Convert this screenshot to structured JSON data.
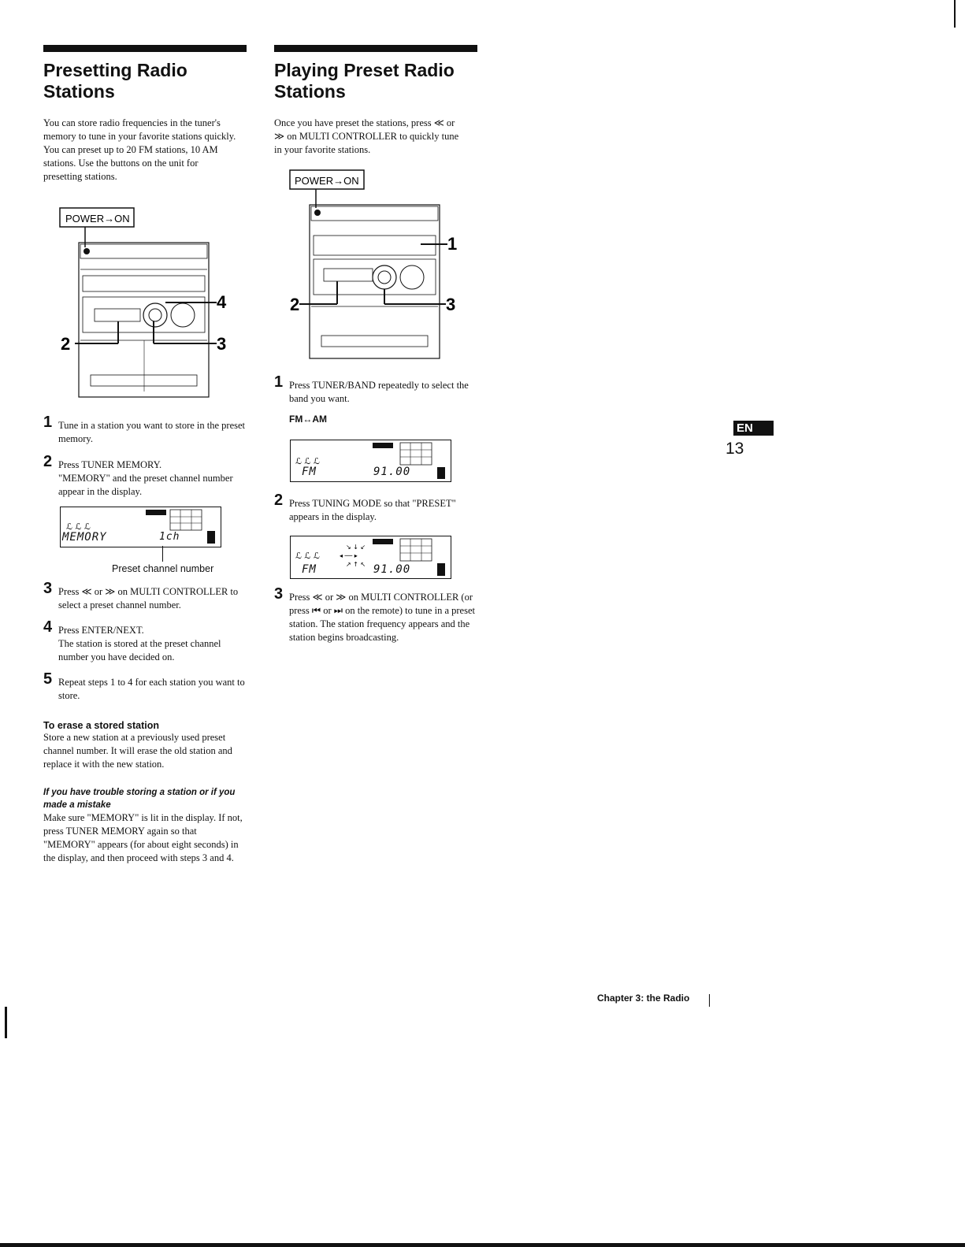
{
  "left": {
    "title": "Presetting Radio Stations",
    "intro": "You can store radio frequencies in the tuner's memory to tune in your favorite stations quickly. You can preset up to 20 FM stations, 10 AM stations. Use the buttons on the unit for presetting stations.",
    "power_label": "POWER→ON",
    "callouts": [
      "4",
      "2",
      "3"
    ],
    "steps": [
      {
        "num": "1",
        "text": "Tune in a station you want to store in the preset memory."
      },
      {
        "num": "2",
        "text": "Press TUNER MEMORY.",
        "detail": "\"MEMORY\" and the preset channel number appear in the display."
      },
      {
        "num": "3",
        "text": "Press ≪ or ≫ on MULTI CONTROLLER to select a preset channel number."
      },
      {
        "num": "4",
        "text": "Press ENTER/NEXT.",
        "detail": "The station is stored at the preset channel number you have decided on."
      },
      {
        "num": "5",
        "text": "Repeat steps 1 to 4 for each station you want to store."
      }
    ],
    "display": {
      "main": "MEMORY",
      "right": "1ch",
      "caption": "Preset channel number"
    },
    "erase_heading": "To erase a stored station",
    "erase_text": "Store a new station at a previously used preset channel number. It will erase the old station and replace it with the new station.",
    "trouble_heading": "If you have trouble storing a station or if you made a mistake",
    "trouble_text": "Make sure \"MEMORY\" is lit in the display. If not, press TUNER MEMORY again so that \"MEMORY\" appears (for about eight seconds) in the display, and then proceed with steps 3 and 4."
  },
  "right": {
    "title": "Playing Preset Radio Stations",
    "intro": "Once you have preset the stations, press ≪ or ≫ on MULTI CONTROLLER to quickly tune in your favorite stations.",
    "power_label": "POWER→ON",
    "callouts": [
      "1",
      "2",
      "3"
    ],
    "steps": [
      {
        "num": "1",
        "text": "Press TUNER/BAND repeatedly to select the band you want."
      },
      {
        "num": "2",
        "text": "Press TUNING MODE so that \"PRESET\" appears in the display."
      },
      {
        "num": "3",
        "text": "Press ≪ or ≫ on MULTI CONTROLLER (or press ⏮ or ⏭ on the remote) to tune in a preset station. The station frequency appears and the station begins broadcasting."
      }
    ],
    "band_label": "FM↔AM",
    "display1": {
      "band": "FM",
      "freq": "91.00"
    },
    "display2": {
      "band": "FM",
      "freq": "91.00"
    }
  },
  "side": {
    "lang": "EN",
    "page": "13"
  },
  "footer": "Chapter 3: the Radio"
}
